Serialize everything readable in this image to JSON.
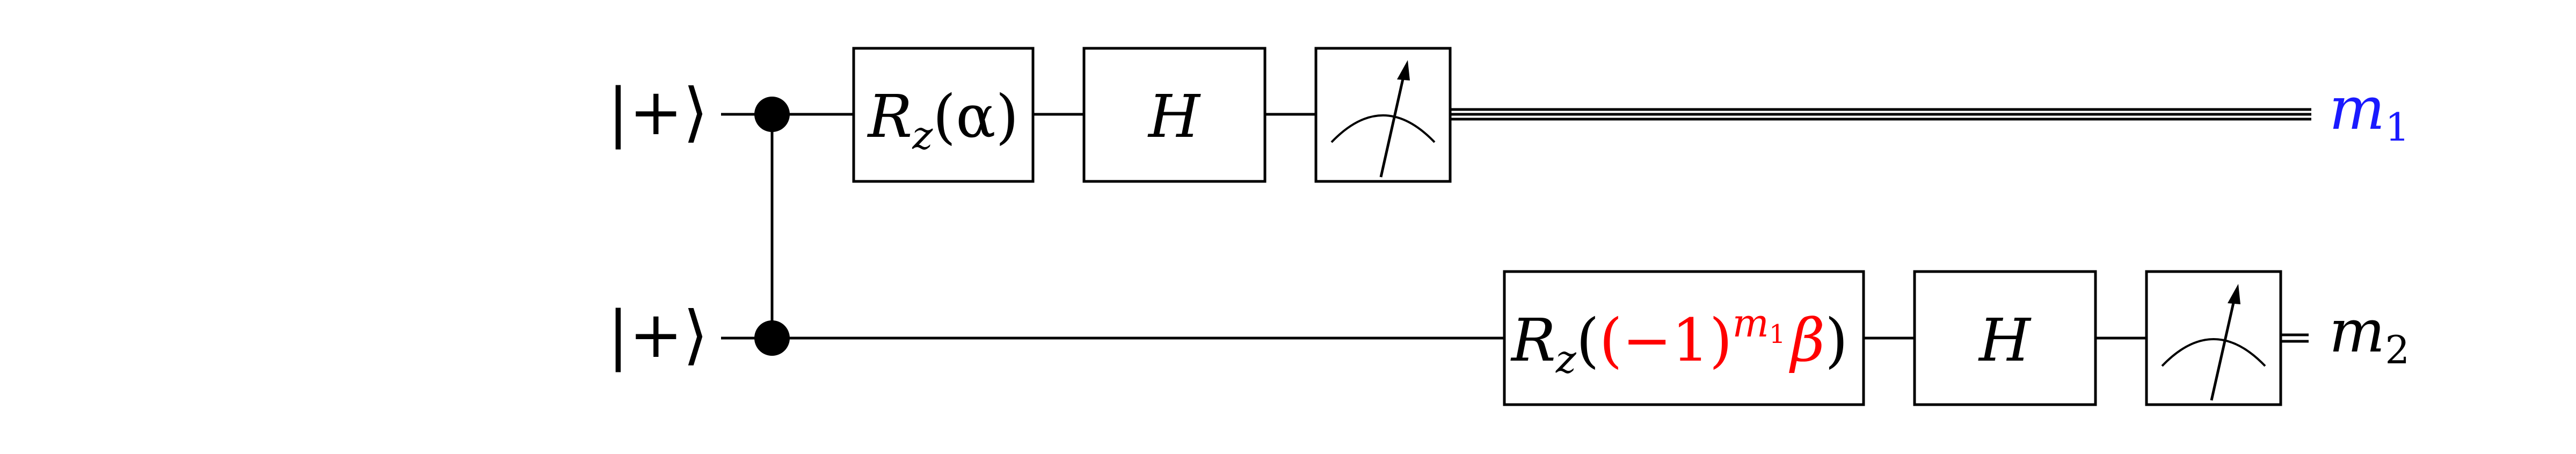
{
  "inputs": {
    "q1": "|+⟩",
    "q2": "|+⟩"
  },
  "gates": {
    "rz1_prefix": "R",
    "rz1_sub": "z",
    "rz1_arg": "(α)",
    "h1": "H",
    "rz2_prefix": "R",
    "rz2_sub": "z",
    "rz2_open": "(",
    "rz2_red_open": "(−1)",
    "rz2_red_exp": "m",
    "rz2_red_exp_sub": "1",
    "rz2_red_beta": "β",
    "rz2_close": ")",
    "h2": "H"
  },
  "outputs": {
    "m1_base": "m",
    "m1_sub": "1",
    "m2_base": "m",
    "m2_sub": "2"
  },
  "colors": {
    "line": "#000000",
    "m1_label": "#1a1aff",
    "m2_label": "#000000",
    "rz2_highlight": "#ff0000"
  }
}
